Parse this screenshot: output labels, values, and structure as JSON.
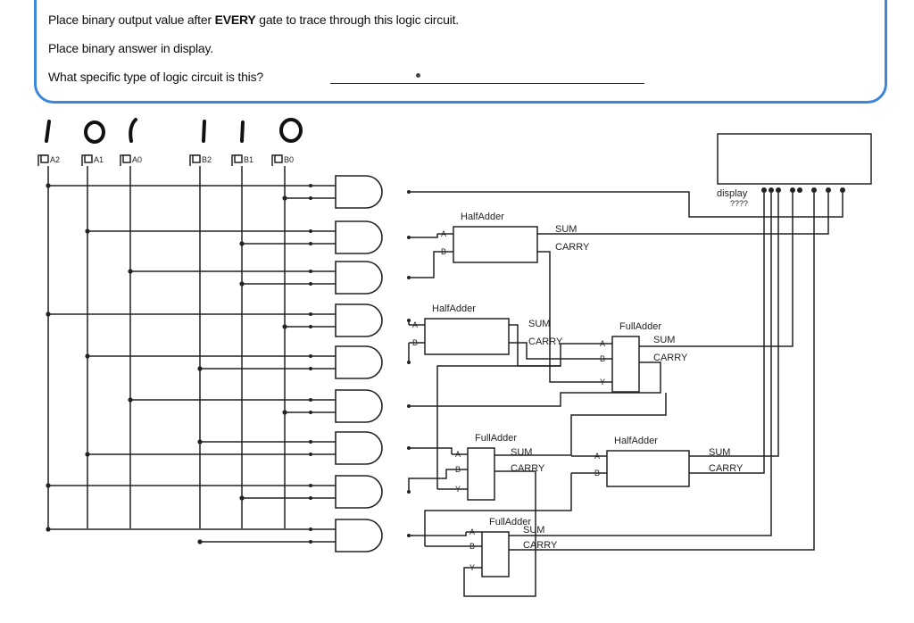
{
  "instructions": {
    "line1_pre": "Place binary output value after ",
    "line1_bold": "EVERY",
    "line1_post": " gate to trace through this logic circuit.",
    "line2": "Place binary answer in display.",
    "line3": "What specific type of logic circuit is this?"
  },
  "inputs": [
    "A2",
    "A1",
    "A0",
    "B2",
    "B1",
    "B0"
  ],
  "handwritten_values": [
    "1",
    "0",
    "1",
    "1",
    "1",
    "0"
  ],
  "blocks": {
    "half_adder": "HalfAdder",
    "full_adder": "FullAdder",
    "sum": "SUM",
    "carry": "CARRY",
    "port_a": "A",
    "port_b": "B",
    "port_y": "Y"
  },
  "display": {
    "label": "display",
    "sublabel": "????"
  }
}
